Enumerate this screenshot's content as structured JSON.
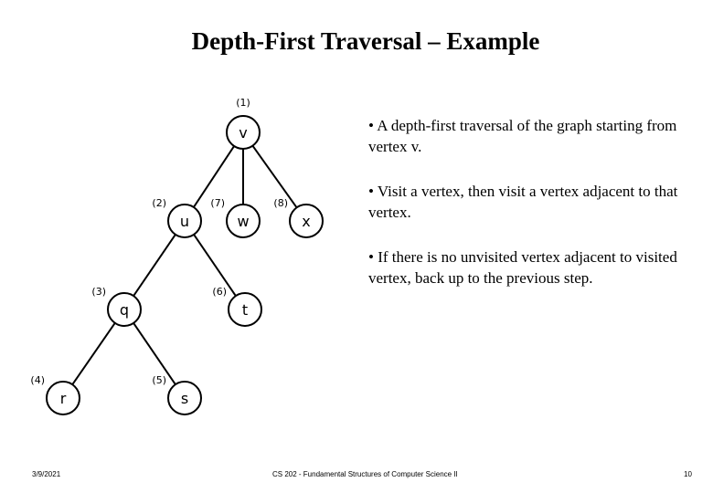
{
  "title": "Depth-First Traversal – Example",
  "graph": {
    "nodes": [
      {
        "id": "v",
        "order": "(1)"
      },
      {
        "id": "u",
        "order": "(2)"
      },
      {
        "id": "w",
        "order": "(7)"
      },
      {
        "id": "x",
        "order": "(8)"
      },
      {
        "id": "q",
        "order": "(3)"
      },
      {
        "id": "t",
        "order": "(6)"
      },
      {
        "id": "r",
        "order": "(4)"
      },
      {
        "id": "s",
        "order": "(5)"
      }
    ],
    "edges": [
      [
        "v",
        "u"
      ],
      [
        "v",
        "w"
      ],
      [
        "v",
        "x"
      ],
      [
        "u",
        "q"
      ],
      [
        "u",
        "t"
      ],
      [
        "q",
        "r"
      ],
      [
        "q",
        "s"
      ]
    ]
  },
  "bullets": [
    "• A depth-first traversal of the graph starting from vertex v.",
    "• Visit a vertex, then visit a vertex adjacent to that vertex.",
    "• If there is no unvisited vertex adjacent to visited vertex, back up to the previous step."
  ],
  "footer": {
    "date": "3/9/2021",
    "course": "CS 202 - Fundamental Structures of Computer Science II",
    "page": "10"
  }
}
